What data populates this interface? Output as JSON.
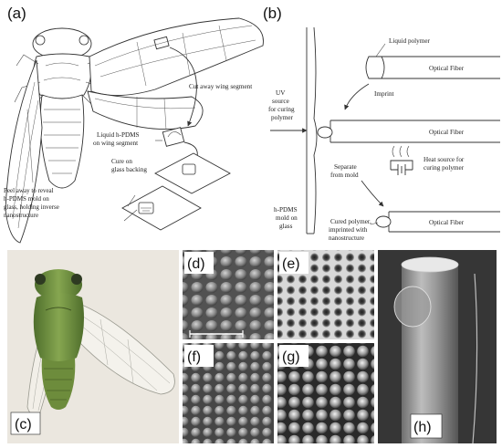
{
  "panels": {
    "a": {
      "label": "(a)",
      "steps": {
        "cut": "Cut away wing segment",
        "liquid_1": "Liquid h-PDMS",
        "liquid_2": "on wing segment",
        "cure_1": "Cure on",
        "cure_2": "glass backing",
        "peel_1": "Peel away to reveal",
        "peel_2": "h-PDMS mold on",
        "peel_3": "glass, holding inverse",
        "peel_4": "nanostructure"
      }
    },
    "b": {
      "label": "(b)",
      "liquid_polymer": "Liquid polymer",
      "optical_fiber": "Optical Fiber",
      "uv_1": "UV",
      "uv_2": "source",
      "uv_3": "for curing",
      "uv_4": "polymer",
      "imprint": "Imprint",
      "heat_1": "Heat source for",
      "heat_2": "curing polymer",
      "separate_1": "Separate",
      "separate_2": "from mold",
      "mold_1": "h-PDMS",
      "mold_2": "mold on",
      "mold_3": "glass",
      "cured_1": "Cured polymer,",
      "cured_2": "imprinted with",
      "cured_3": "nanostructure"
    },
    "c": {
      "label": "(c)"
    },
    "d": {
      "label": "(d)"
    },
    "e": {
      "label": "(e)"
    },
    "f": {
      "label": "(f)"
    },
    "g": {
      "label": "(g)"
    },
    "h": {
      "label": "(h)"
    }
  },
  "colors": {
    "cicada_body": "#6e8f3f",
    "photo_bg": "#ece8e0",
    "sem_dark": "#3a3a3a",
    "sem_light": "#b8b8b8"
  }
}
